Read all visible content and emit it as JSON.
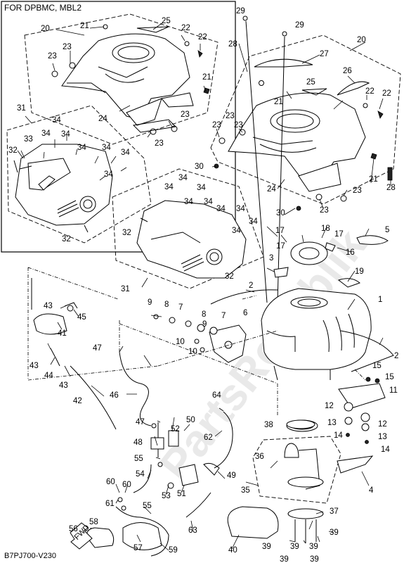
{
  "header": {
    "variant_label": "FOR DPBMC, MBL2"
  },
  "footer": {
    "diagram_code": "B7PJ700-V230"
  },
  "watermark": "PartsRepublik",
  "fwd_arrow_label": "FWD",
  "callouts": [
    {
      "id": "c29a",
      "text": "29"
    },
    {
      "id": "c29b",
      "text": "29"
    },
    {
      "id": "c20a",
      "text": "20"
    },
    {
      "id": "c21a",
      "text": "21"
    },
    {
      "id": "c25a",
      "text": "25"
    },
    {
      "id": "c22a",
      "text": "22"
    },
    {
      "id": "c22b",
      "text": "22"
    },
    {
      "id": "c23a",
      "text": "23"
    },
    {
      "id": "c23b",
      "text": "23"
    },
    {
      "id": "c21b",
      "text": "21"
    },
    {
      "id": "c24a",
      "text": "24"
    },
    {
      "id": "c23c",
      "text": "23"
    },
    {
      "id": "c23d",
      "text": "23"
    },
    {
      "id": "c31a",
      "text": "31"
    },
    {
      "id": "c32a",
      "text": "32"
    },
    {
      "id": "c33a",
      "text": "33"
    },
    {
      "id": "c34a",
      "text": "34"
    },
    {
      "id": "c34b",
      "text": "34"
    },
    {
      "id": "c34c",
      "text": "34"
    },
    {
      "id": "c34d",
      "text": "34"
    },
    {
      "id": "c34e",
      "text": "34"
    },
    {
      "id": "c34f",
      "text": "34"
    },
    {
      "id": "c34g",
      "text": "34"
    },
    {
      "id": "c32b",
      "text": "32"
    },
    {
      "id": "c28a",
      "text": "28"
    },
    {
      "id": "c20b",
      "text": "20"
    },
    {
      "id": "c27a",
      "text": "27"
    },
    {
      "id": "c26a",
      "text": "26"
    },
    {
      "id": "c21c",
      "text": "21"
    },
    {
      "id": "c25b",
      "text": "25"
    },
    {
      "id": "c22c",
      "text": "22"
    },
    {
      "id": "c22d",
      "text": "22"
    },
    {
      "id": "c23e",
      "text": "23"
    },
    {
      "id": "c23f",
      "text": "23"
    },
    {
      "id": "c23g",
      "text": "23"
    },
    {
      "id": "c30a",
      "text": "30"
    },
    {
      "id": "c24b",
      "text": "24"
    },
    {
      "id": "c21d",
      "text": "21"
    },
    {
      "id": "c28b",
      "text": "28"
    },
    {
      "id": "c23h",
      "text": "23"
    },
    {
      "id": "c23i",
      "text": "23"
    },
    {
      "id": "c30b",
      "text": "30"
    },
    {
      "id": "c34h",
      "text": "34"
    },
    {
      "id": "c34i",
      "text": "34"
    },
    {
      "id": "c34j",
      "text": "34"
    },
    {
      "id": "c34k",
      "text": "34"
    },
    {
      "id": "c34l",
      "text": "34"
    },
    {
      "id": "c34m",
      "text": "34"
    },
    {
      "id": "c34n",
      "text": "34"
    },
    {
      "id": "c34o",
      "text": "34"
    },
    {
      "id": "c34p",
      "text": "34"
    },
    {
      "id": "c32c",
      "text": "32"
    },
    {
      "id": "c31b",
      "text": "31"
    },
    {
      "id": "c32d",
      "text": "32"
    },
    {
      "id": "c17a",
      "text": "17"
    },
    {
      "id": "c18a",
      "text": "18"
    },
    {
      "id": "c17b",
      "text": "17"
    },
    {
      "id": "c17c",
      "text": "17"
    },
    {
      "id": "c5a",
      "text": "5"
    },
    {
      "id": "c16a",
      "text": "16"
    },
    {
      "id": "c3a",
      "text": "3"
    },
    {
      "id": "c19a",
      "text": "19"
    },
    {
      "id": "c2a",
      "text": "2"
    },
    {
      "id": "c1a",
      "text": "1"
    },
    {
      "id": "c9a",
      "text": "9"
    },
    {
      "id": "c8a",
      "text": "8"
    },
    {
      "id": "c7a",
      "text": "7"
    },
    {
      "id": "c8b",
      "text": "8"
    },
    {
      "id": "c9b",
      "text": "9"
    },
    {
      "id": "c7b",
      "text": "7"
    },
    {
      "id": "c6a",
      "text": "6"
    },
    {
      "id": "c10a",
      "text": "10"
    },
    {
      "id": "c10b",
      "text": "10"
    },
    {
      "id": "c2b",
      "text": "2"
    },
    {
      "id": "c43a",
      "text": "43"
    },
    {
      "id": "c45a",
      "text": "45"
    },
    {
      "id": "c41a",
      "text": "41"
    },
    {
      "id": "c47a",
      "text": "47"
    },
    {
      "id": "c43b",
      "text": "43"
    },
    {
      "id": "c44a",
      "text": "44"
    },
    {
      "id": "c43c",
      "text": "43"
    },
    {
      "id": "c42a",
      "text": "42"
    },
    {
      "id": "c46a",
      "text": "46"
    },
    {
      "id": "c15a",
      "text": "15"
    },
    {
      "id": "c15b",
      "text": "15"
    },
    {
      "id": "c11a",
      "text": "11"
    },
    {
      "id": "c12a",
      "text": "12"
    },
    {
      "id": "c13a",
      "text": "13"
    },
    {
      "id": "c12b",
      "text": "12"
    },
    {
      "id": "c13b",
      "text": "13"
    },
    {
      "id": "c14a",
      "text": "14"
    },
    {
      "id": "c14b",
      "text": "14"
    },
    {
      "id": "c64a",
      "text": "64"
    },
    {
      "id": "c38a",
      "text": "38"
    },
    {
      "id": "c47b",
      "text": "47"
    },
    {
      "id": "c50a",
      "text": "50"
    },
    {
      "id": "c52a",
      "text": "52"
    },
    {
      "id": "c62a",
      "text": "62"
    },
    {
      "id": "c48a",
      "text": "48"
    },
    {
      "id": "c55a",
      "text": "55"
    },
    {
      "id": "c54a",
      "text": "54"
    },
    {
      "id": "c49a",
      "text": "49"
    },
    {
      "id": "c36a",
      "text": "36"
    },
    {
      "id": "c60a",
      "text": "60"
    },
    {
      "id": "c60b",
      "text": "60"
    },
    {
      "id": "c53a",
      "text": "53"
    },
    {
      "id": "c51a",
      "text": "51"
    },
    {
      "id": "c35a",
      "text": "35"
    },
    {
      "id": "c4a",
      "text": "4"
    },
    {
      "id": "c61a",
      "text": "61"
    },
    {
      "id": "c55b",
      "text": "55"
    },
    {
      "id": "c58a",
      "text": "58"
    },
    {
      "id": "c37a",
      "text": "37"
    },
    {
      "id": "c56a",
      "text": "56"
    },
    {
      "id": "c63a",
      "text": "63"
    },
    {
      "id": "c39a",
      "text": "39"
    },
    {
      "id": "c57a",
      "text": "57"
    },
    {
      "id": "c59a",
      "text": "59"
    },
    {
      "id": "c40a",
      "text": "40"
    },
    {
      "id": "c39b",
      "text": "39"
    },
    {
      "id": "c39c",
      "text": "39"
    },
    {
      "id": "c39d",
      "text": "39"
    },
    {
      "id": "c39e",
      "text": "39"
    },
    {
      "id": "c39f",
      "text": "39"
    }
  ]
}
